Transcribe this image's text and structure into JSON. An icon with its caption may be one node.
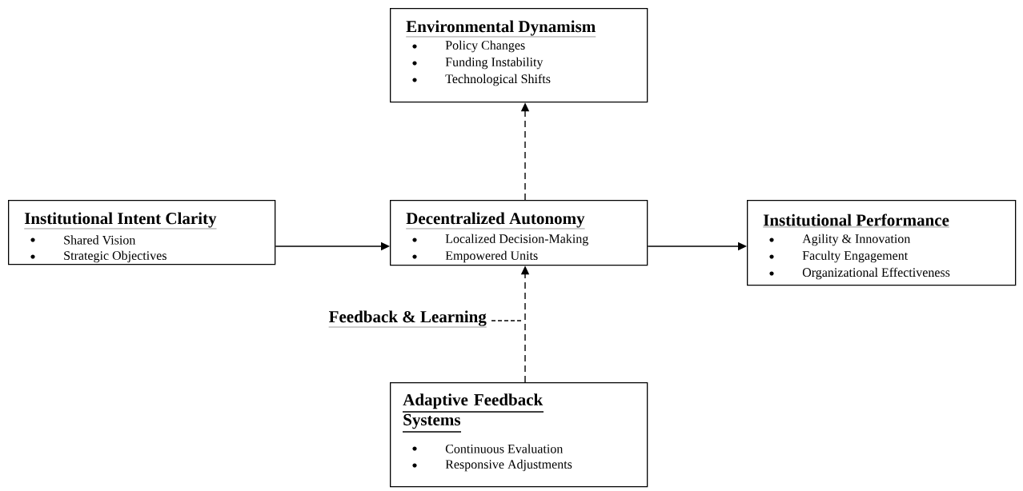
{
  "diagram": {
    "nodes": [
      {
        "text": [
          "Environmental Dynamism",
          "Policy Changes",
          "Funding Instability",
          "Technological Shifts"
        ]
      },
      {
        "text": [
          "Institutional Intent Clarity",
          "Shared Vision",
          "Strategic Objectives"
        ]
      },
      {
        "text": [
          "Decentralized Autonomy",
          "Localized Decision-Making",
          "Empowered Units"
        ]
      },
      {
        "text": [
          "Institutional Performance",
          "Agility & Innovation",
          "Faculty Engagement",
          "Organizational Effectiveness"
        ]
      },
      {
        "text": [
          "Adaptive Feedback Systems",
          "Continuous Evaluation",
          "Responsive Adjustments"
        ]
      }
    ],
    "edges": [
      {
        "from": 1,
        "to": 2,
        "arrow": "to"
      },
      {
        "from": 2,
        "to": 3,
        "arrow": "to"
      },
      {
        "from": 2,
        "to": 0,
        "arrow": "to",
        "style": "dashed"
      },
      {
        "from": 4,
        "to": 2,
        "arrow": "to",
        "style": "dashed",
        "label": "Feedback & Learning"
      }
    ]
  }
}
